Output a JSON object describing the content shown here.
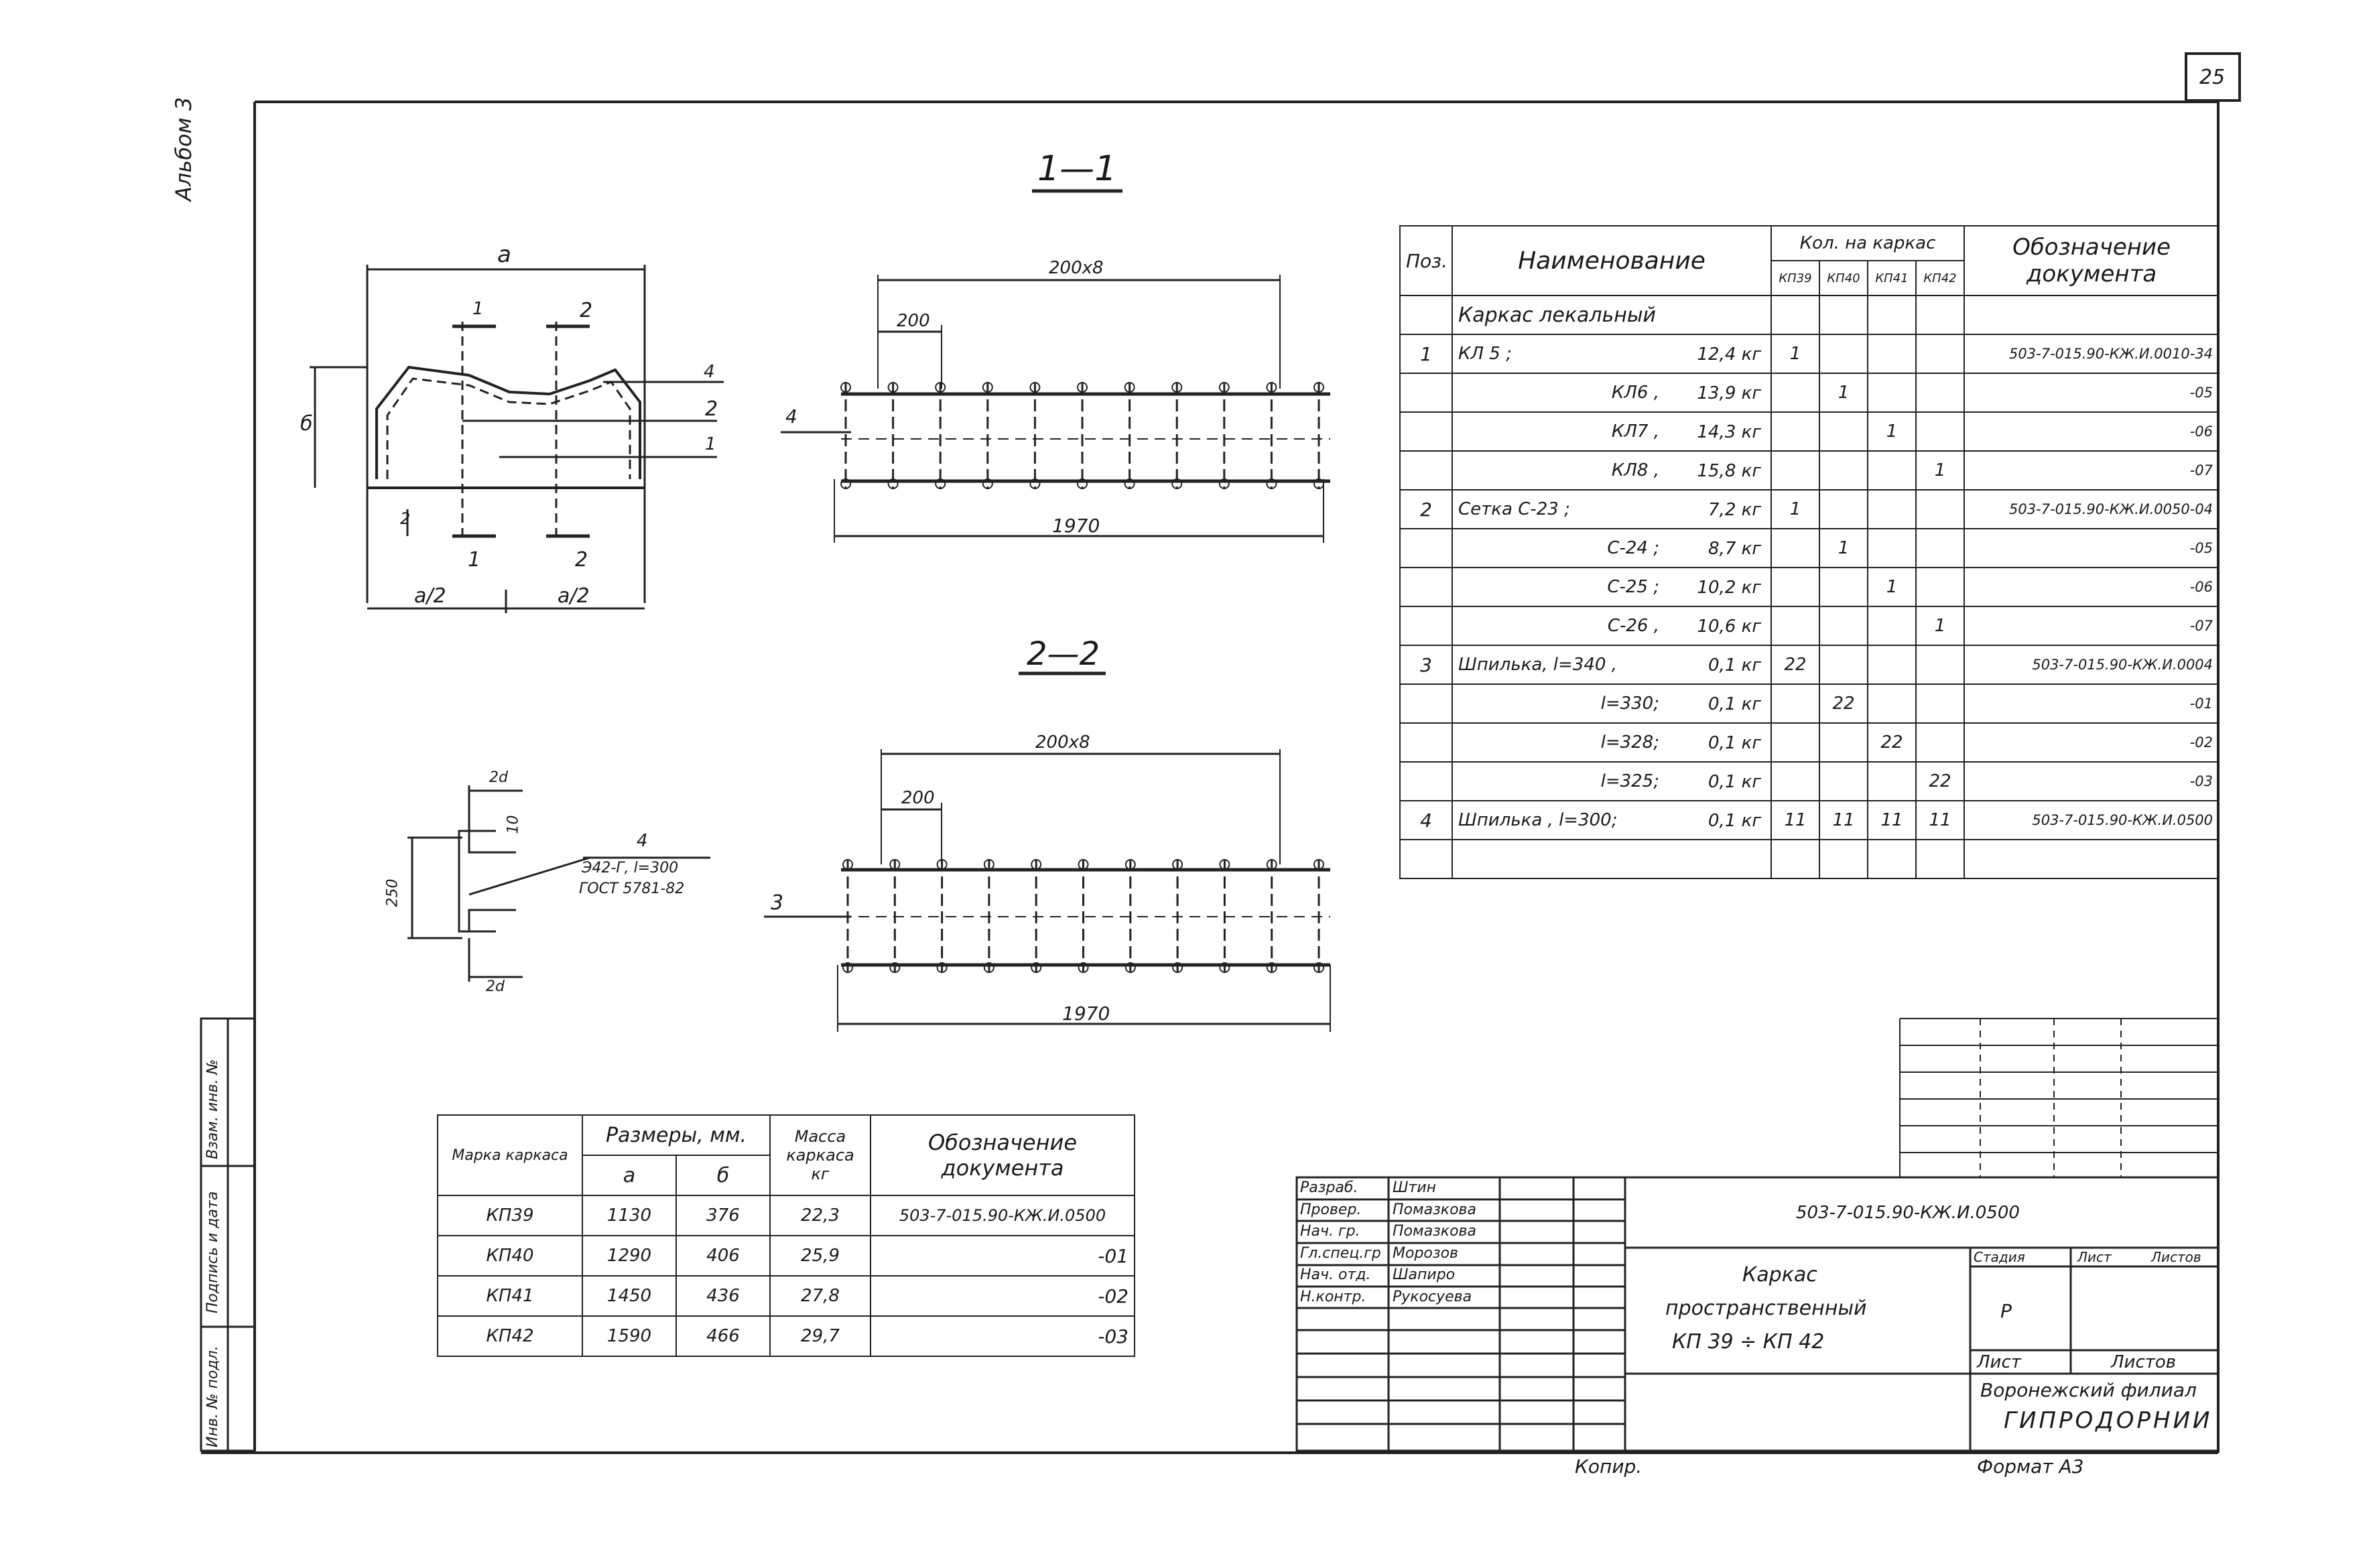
{
  "sheet": {
    "number": "25",
    "album": "Альбом 3",
    "copier": "Копир.",
    "format": "Формат А3"
  },
  "side_stamp": {
    "inv_no": "Инв. № подл.",
    "sign_date": "Подпись и дата",
    "inv_dup": "Взам. инв. №"
  },
  "section_1": {
    "title": "1—1",
    "dims": {
      "a": "a",
      "b": "б",
      "half_a": "a/2",
      "half_a2": "a/2",
      "span_top": "200x8",
      "step": "200",
      "length": "1970"
    },
    "callouts": {
      "c1": "1",
      "c2": "2",
      "c4": "4",
      "cut1": "1",
      "cut2": "2"
    }
  },
  "section_2": {
    "title": "2—2",
    "dims": {
      "span_top": "200x8",
      "step": "200",
      "length": "1970"
    },
    "callouts": {
      "c3": "3"
    }
  },
  "detail_4": {
    "callout": "4",
    "weld_note_1": "Э42-Г, l=300",
    "weld_note_2": "ГОСТ 5781-82",
    "dim_a": "2d",
    "dim_b": "10",
    "dim_c": "250",
    "dim_d": "2d"
  },
  "spec_table": {
    "headers": {
      "pos": "Поз.",
      "name": "Наименование",
      "qty": "Кол. на каркас",
      "doc": "Обозначение документа",
      "qty_cols": [
        "КП39",
        "КП40",
        "КП41",
        "КП42"
      ]
    },
    "rows": [
      {
        "pos": "",
        "name": "Каркас лекальный",
        "mass": "",
        "q": [
          "",
          "",
          "",
          ""
        ],
        "doc": ""
      },
      {
        "pos": "1",
        "name": "КЛ 5 ;",
        "mass": "12,4 кг",
        "q": [
          "1",
          "",
          "",
          ""
        ],
        "doc": "503-7-015.90-КЖ.И.0010-34"
      },
      {
        "pos": "",
        "name": "КЛ6 ,",
        "mass": "13,9 кг",
        "q": [
          "",
          "1",
          "",
          ""
        ],
        "doc": "-05"
      },
      {
        "pos": "",
        "name": "КЛ7 ,",
        "mass": "14,3 кг",
        "q": [
          "",
          "",
          "1",
          ""
        ],
        "doc": "-06"
      },
      {
        "pos": "",
        "name": "КЛ8 ,",
        "mass": "15,8 кг",
        "q": [
          "",
          "",
          "",
          "1"
        ],
        "doc": "-07"
      },
      {
        "pos": "2",
        "name": "Сетка  С-23 ;",
        "mass": "7,2 кг",
        "q": [
          "1",
          "",
          "",
          ""
        ],
        "doc": "503-7-015.90-КЖ.И.0050-04"
      },
      {
        "pos": "",
        "name": "С-24 ;",
        "mass": "8,7 кг",
        "q": [
          "",
          "1",
          "",
          ""
        ],
        "doc": "-05"
      },
      {
        "pos": "",
        "name": "С-25 ;",
        "mass": "10,2 кг",
        "q": [
          "",
          "",
          "1",
          ""
        ],
        "doc": "-06"
      },
      {
        "pos": "",
        "name": "С-26 ,",
        "mass": "10,6 кг",
        "q": [
          "",
          "",
          "",
          "1"
        ],
        "doc": "-07"
      },
      {
        "pos": "3",
        "name": "Шпилька, l=340 ,",
        "mass": "0,1 кг",
        "q": [
          "22",
          "",
          "",
          ""
        ],
        "doc": "503-7-015.90-КЖ.И.0004"
      },
      {
        "pos": "",
        "name": "l=330;",
        "mass": "0,1 кг",
        "q": [
          "",
          "22",
          "",
          ""
        ],
        "doc": "-01"
      },
      {
        "pos": "",
        "name": "l=328;",
        "mass": "0,1 кг",
        "q": [
          "",
          "",
          "22",
          ""
        ],
        "doc": "-02"
      },
      {
        "pos": "",
        "name": "l=325;",
        "mass": "0,1 кг",
        "q": [
          "",
          "",
          "",
          "22"
        ],
        "doc": "-03"
      },
      {
        "pos": "4",
        "name": "Шпилька , l=300;",
        "mass": "0,1 кг",
        "q": [
          "11",
          "11",
          "11",
          "11"
        ],
        "doc": "503-7-015.90-КЖ.И.0500"
      },
      {
        "pos": "",
        "name": "",
        "mass": "",
        "q": [
          "",
          "",
          "",
          ""
        ],
        "doc": ""
      }
    ]
  },
  "mass_table": {
    "headers": {
      "mark": "Марка каркаса",
      "dims": "Размеры, мм.",
      "a": "а",
      "b": "б",
      "mass": "Масса каркаса кг",
      "doc": "Обозначение документа"
    },
    "rows": [
      {
        "mark": "КП39",
        "a": "1130",
        "b": "376",
        "mass": "22,3",
        "doc": "503-7-015.90-КЖ.И.0500"
      },
      {
        "mark": "КП40",
        "a": "1290",
        "b": "406",
        "mass": "25,9",
        "doc": "-01"
      },
      {
        "mark": "КП41",
        "a": "1450",
        "b": "436",
        "mass": "27,8",
        "doc": "-02"
      },
      {
        "mark": "КП42",
        "a": "1590",
        "b": "466",
        "mass": "29,7",
        "doc": "-03"
      }
    ]
  },
  "title_block": {
    "code": "503-7-015.90-КЖ.И.0500",
    "title_line1": "Каркас",
    "title_line2": "пространственный",
    "title_line3": "КП 39 ÷ КП 42",
    "stage": "Стадия",
    "sheet": "Лист",
    "sheets": "Листов",
    "stage_val": "Р",
    "sheet_label": "Лист",
    "sheets_label": "Листов",
    "org1": "Воронежский филиал",
    "org2": "ГИПРОДОРНИИ",
    "roles": [
      {
        "role": "Разраб.",
        "name": "Штин"
      },
      {
        "role": "Провер.",
        "name": "Помазкова"
      },
      {
        "role": "Нач. гр.",
        "name": "Помазкова"
      },
      {
        "role": "Гл.спец.гр",
        "name": "Морозов"
      },
      {
        "role": "Нач. отд.",
        "name": "Шапиро"
      },
      {
        "role": "Н.контр.",
        "name": "Рукосуева"
      }
    ]
  }
}
